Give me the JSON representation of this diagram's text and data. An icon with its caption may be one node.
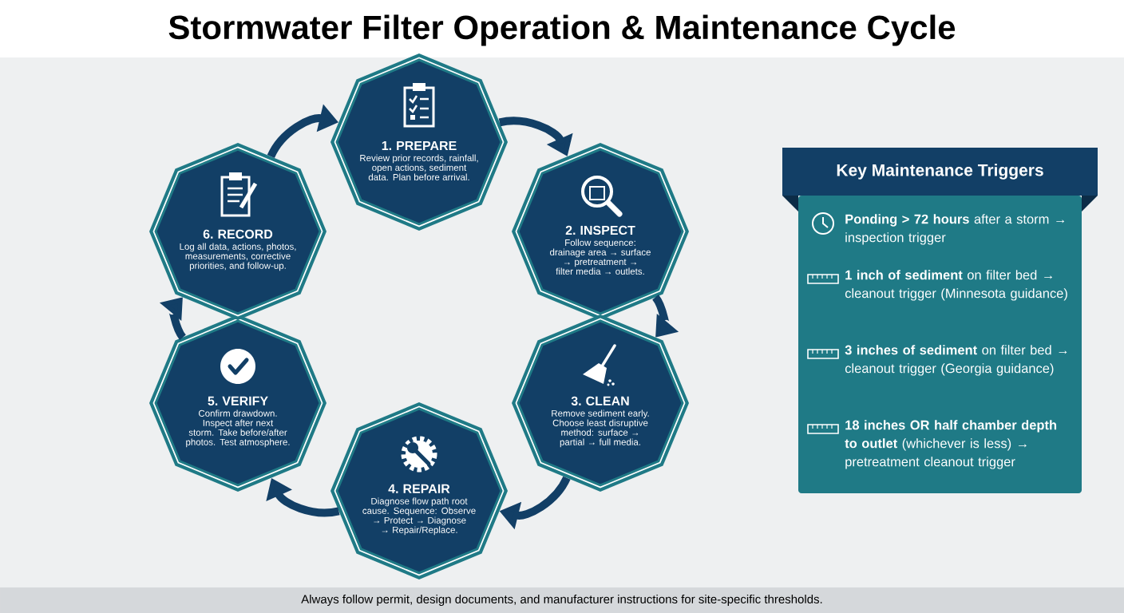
{
  "diagram": {
    "title": "Stormwater Filter Operation & Maintenance Cycle",
    "caption": "Always follow permit, design documents, and manufacturer instructions for site-specific thresholds.",
    "nodes": [
      {
        "text": [
          "1. PREPARE",
          "Review prior records, rainfall, open actions, sediment data. Plan before arrival."
        ]
      },
      {
        "text": [
          "2. INSPECT",
          "Follow sequence: drainage area → surface → pretreatment → filter media → outlets."
        ]
      },
      {
        "text": [
          "3. CLEAN",
          "Remove sediment early. Choose least disruptive method: surface → partial → full media."
        ]
      },
      {
        "text": [
          "4. REPAIR",
          "Diagnose flow path root cause. Sequence: Observe → Protect → Diagnose → Repair/Replace."
        ]
      },
      {
        "text": [
          "5. VERIFY",
          "Confirm drawdown. Inspect after next storm. Take before/after photos. Test atmosphere."
        ]
      },
      {
        "text": [
          "6. RECORD",
          "Log all data, actions, photos, measurements, corrective priorities, and follow-up."
        ]
      },
      {
        "text": [
          "Key Maintenance Triggers",
          "**Ponding > 72 hours** after a storm → inspection trigger",
          "**1 inch of sediment** on filter bed → cleanout trigger (Minnesota guidance)",
          "**3 inches of sediment** on filter bed → cleanout trigger (Georgia guidance)",
          "**18 inches OR half chamber depth to outlet** (whichever is less) → pretreatment cleanout trigger"
        ]
      }
    ],
    "edges": [
      {
        "from": 0,
        "to": 1,
        "arrow": "to"
      },
      {
        "from": 1,
        "to": 2,
        "arrow": "to"
      },
      {
        "from": 2,
        "to": 3,
        "arrow": "to"
      },
      {
        "from": 3,
        "to": 4,
        "arrow": "to"
      },
      {
        "from": 4,
        "to": 5,
        "arrow": "to"
      },
      {
        "from": 5,
        "to": 0,
        "arrow": "to"
      }
    ]
  }
}
